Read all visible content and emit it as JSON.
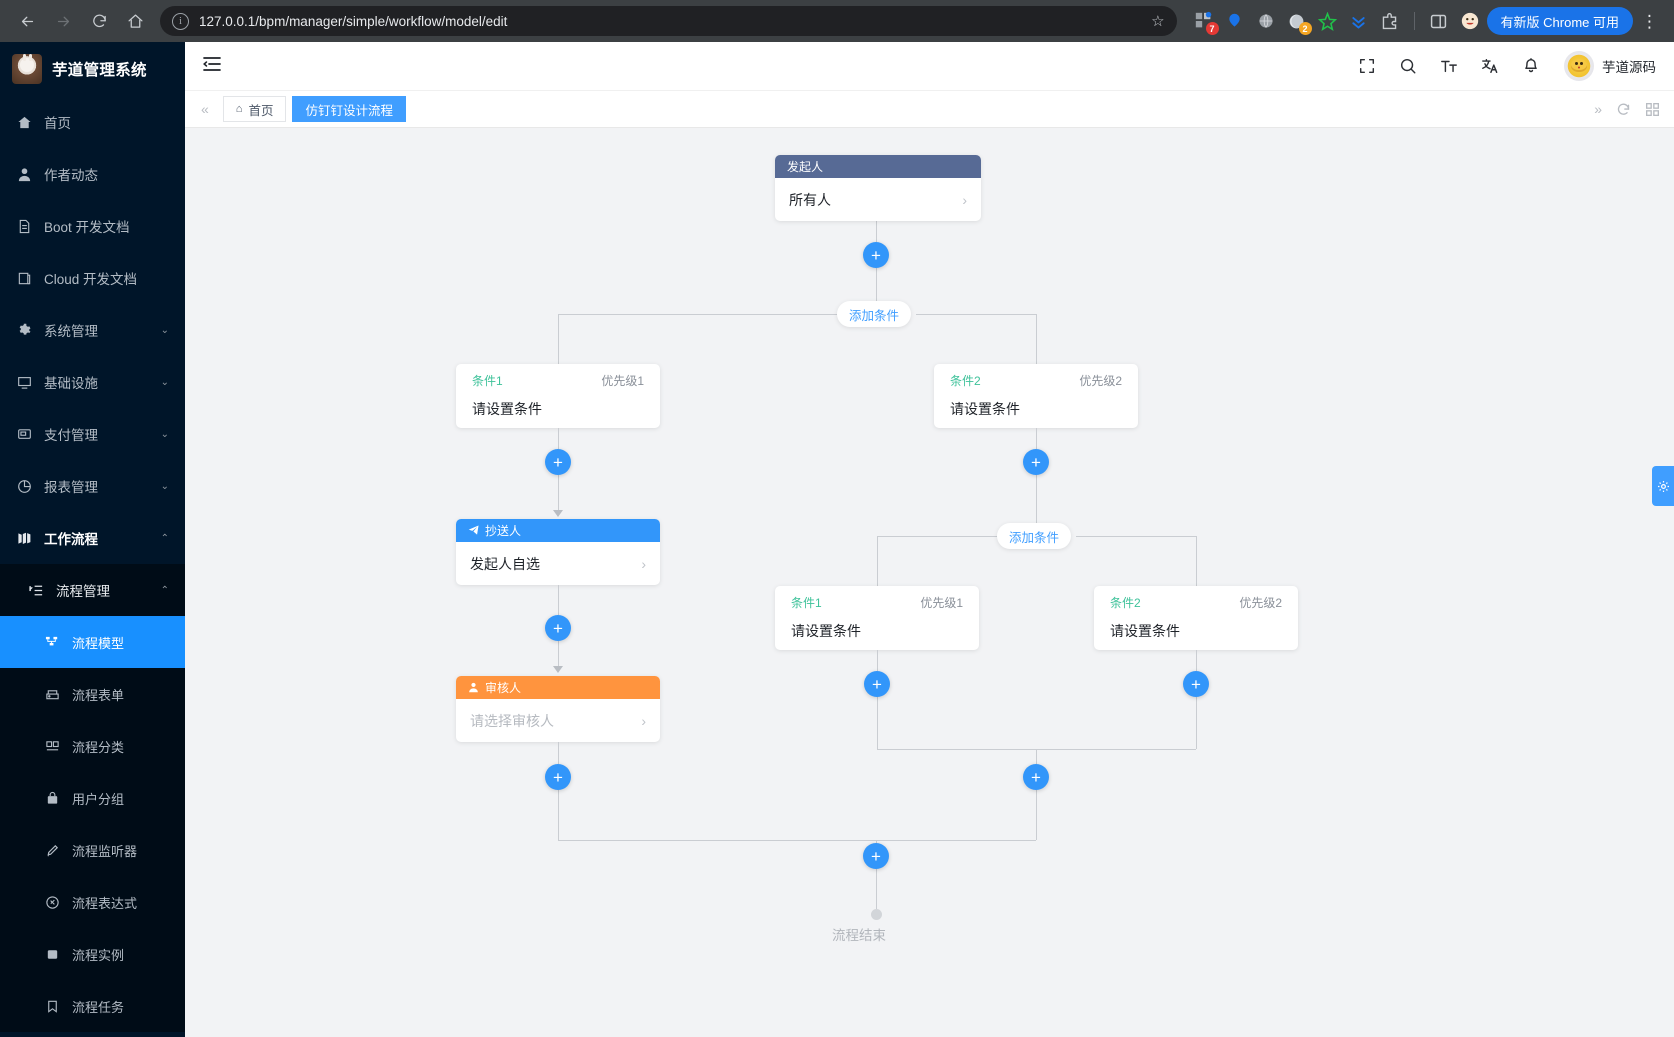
{
  "browser": {
    "url": "127.0.0.1/bpm/manager/simple/workflow/model/edit",
    "back_icon": "back-arrow-icon",
    "forward_icon": "forward-arrow-icon",
    "reload_icon": "reload-icon",
    "home_icon": "home-icon",
    "info_icon": "site-info-icon",
    "star_icon": "bookmark-star-icon",
    "update_label": "有新版 Chrome 可用",
    "menu_icon": "kebab-menu-icon",
    "extensions": [
      {
        "name": "extension-grid-icon",
        "badge": "7",
        "badge_color": "#e53935"
      },
      {
        "name": "extension-balloon-icon",
        "badge": "",
        "badge_color": ""
      },
      {
        "name": "extension-globe-icon",
        "badge": "",
        "badge_color": ""
      },
      {
        "name": "extension-moon-icon",
        "badge": "2",
        "badge_color": "#f5a623"
      },
      {
        "name": "extension-star-green-icon",
        "badge": "",
        "badge_color": ""
      },
      {
        "name": "extension-chevrons-down-icon",
        "badge": "",
        "badge_color": ""
      },
      {
        "name": "extension-puzzle-icon",
        "badge": "",
        "badge_color": ""
      },
      {
        "name": "side-panel-icon",
        "badge": "",
        "badge_color": ""
      },
      {
        "name": "profile-emoji-icon",
        "badge": "",
        "badge_color": ""
      }
    ]
  },
  "sidebar": {
    "brand": "芋道管理系统",
    "logo_name": "rabbit-avatar-logo",
    "items": [
      {
        "label": "首页",
        "icon": "home-icon",
        "type": "item",
        "active": false
      },
      {
        "label": "作者动态",
        "icon": "user-icon",
        "type": "item",
        "active": false
      },
      {
        "label": "Boot 开发文档",
        "icon": "document-icon",
        "type": "item",
        "active": false
      },
      {
        "label": "Cloud 开发文档",
        "icon": "copy-document-icon",
        "type": "item",
        "active": false
      },
      {
        "label": "系统管理",
        "icon": "gear-icon",
        "type": "group",
        "arrow": "chevron-down",
        "active": false
      },
      {
        "label": "基础设施",
        "icon": "monitor-icon",
        "type": "group",
        "arrow": "chevron-down",
        "active": false
      },
      {
        "label": "支付管理",
        "icon": "payment-icon",
        "type": "group",
        "arrow": "chevron-down",
        "active": false
      },
      {
        "label": "报表管理",
        "icon": "pie-chart-icon",
        "type": "group",
        "arrow": "chevron-down",
        "active": false
      },
      {
        "label": "工作流程",
        "icon": "workflow-icon",
        "type": "group",
        "arrow": "chevron-up",
        "active": false
      }
    ],
    "subitems": [
      {
        "label": "流程管理",
        "icon": "list-icon",
        "level": 1,
        "arrow": "chevron-up",
        "active": false
      },
      {
        "label": "流程模型",
        "icon": "sitemap-icon",
        "level": 2,
        "active": true
      },
      {
        "label": "流程表单",
        "icon": "form-icon",
        "level": 2,
        "active": false
      },
      {
        "label": "流程分类",
        "icon": "category-icon",
        "level": 2,
        "active": false
      },
      {
        "label": "用户分组",
        "icon": "user-group-icon",
        "level": 2,
        "active": false
      },
      {
        "label": "流程监听器",
        "icon": "listener-icon",
        "level": 2,
        "active": false
      },
      {
        "label": "流程表达式",
        "icon": "expression-icon",
        "level": 2,
        "active": false
      },
      {
        "label": "流程实例",
        "icon": "instance-icon",
        "level": 2,
        "active": false
      },
      {
        "label": "流程任务",
        "icon": "task-icon",
        "level": 2,
        "active": false
      }
    ]
  },
  "topbar": {
    "hamburger_icon": "collapse-menu-icon",
    "icons": [
      {
        "name": "fullscreen-icon"
      },
      {
        "name": "search-icon"
      },
      {
        "name": "font-size-icon"
      },
      {
        "name": "translate-icon"
      },
      {
        "name": "notification-bell-icon"
      }
    ],
    "user_name": "芋道源码",
    "avatar_name": "pikachu-avatar"
  },
  "tabsbar": {
    "collapse_left_icon": "double-chevron-left-icon",
    "tabs": [
      {
        "label": "首页",
        "icon": "home-icon",
        "active": false
      },
      {
        "label": "仿钉钉设计流程",
        "icon": "",
        "active": true
      }
    ],
    "right_icons": [
      {
        "name": "double-chevron-right-icon"
      },
      {
        "name": "refresh-icon"
      },
      {
        "name": "grid-layout-icon"
      }
    ]
  },
  "panel": {
    "settings_icon": "gear-settings-icon"
  },
  "flow": {
    "add_button_label": "+",
    "add_condition_label": "添加条件",
    "end_label": "流程结束",
    "nodes": {
      "starter": {
        "header": "发起人",
        "header_color": "#576a95",
        "value": "所有人",
        "chevron": "›"
      },
      "cc": {
        "header": "抄送人",
        "header_color": "#3296fa",
        "header_icon": "paper-plane-icon",
        "value": "发起人自选",
        "chevron": "›"
      },
      "approver": {
        "header": "审核人",
        "header_color": "#ff943e",
        "header_icon": "person-icon",
        "value": "请选择审核人",
        "is_placeholder": true,
        "chevron": "›"
      }
    },
    "conditions_level1": [
      {
        "name": "条件1",
        "priority": "优先级1",
        "value": "请设置条件"
      },
      {
        "name": "条件2",
        "priority": "优先级2",
        "value": "请设置条件"
      }
    ],
    "conditions_level2": [
      {
        "name": "条件1",
        "priority": "优先级1",
        "value": "请设置条件"
      },
      {
        "name": "条件2",
        "priority": "优先级2",
        "value": "请设置条件"
      }
    ]
  },
  "colors": {
    "accent": "#3296fa",
    "sidebar_bg": "#001529",
    "active_nav": "#1890ff",
    "condition_green": "#3ec29a",
    "starter_header": "#576a95",
    "cc_header": "#3296fa",
    "approver_header": "#ff943e"
  }
}
